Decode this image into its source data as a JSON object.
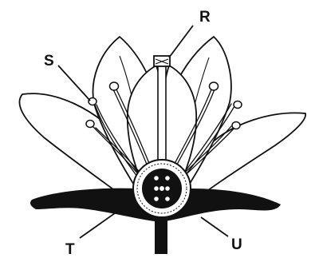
{
  "labels": {
    "stigma": "R",
    "anther": "S",
    "receptacle": "T",
    "sepal": "U"
  },
  "colors": {
    "line": "#111111",
    "background": "#ffffff"
  }
}
